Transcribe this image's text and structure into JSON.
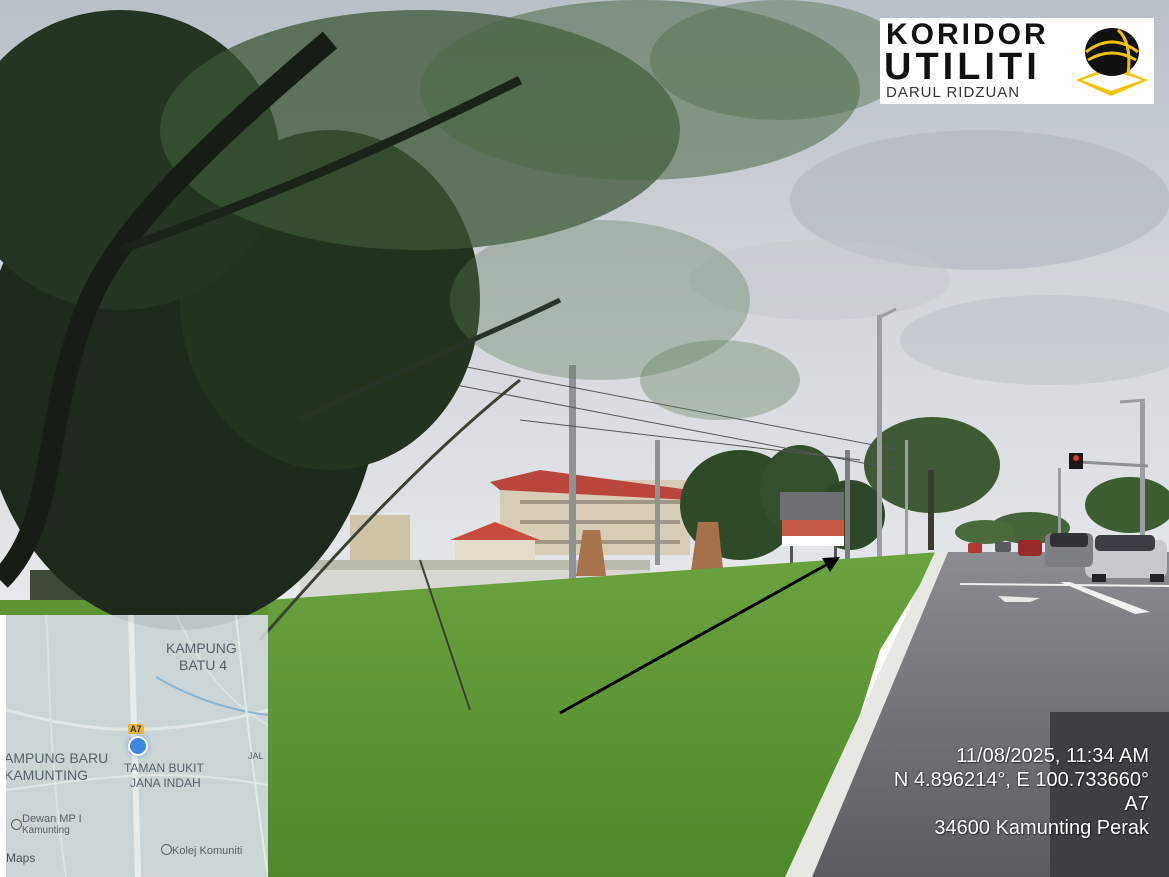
{
  "logo": {
    "line1": "KORIDOR",
    "line2": "UTILITI",
    "line3": "DARUL RIDZUAN"
  },
  "map": {
    "area_top_line1": "KAMPUNG",
    "area_top_line2": "BATU 4",
    "area_left_line1": "AMPUNG BARU",
    "area_left_line2": "KAMUNTING",
    "area_center_line1": "TAMAN BUKIT",
    "area_center_line2": "JANA INDAH",
    "poi1_line1": "Dewan MP I",
    "poi1_line2": "Kamunting",
    "poi2": "Kolej Komuniti",
    "provider": "Maps",
    "edge_label": "JAL",
    "route_badge": "A7"
  },
  "stamp": {
    "datetime": "11/08/2025, 11:34 AM",
    "coordinates": "N 4.896214°, E 100.733660°",
    "road": "A7",
    "address": "34600 Kamunting Perak"
  },
  "colors": {
    "sky": "#c9cfd6",
    "grass": "#5e9a35",
    "road": "#6b6d70",
    "tree_dark": "#1e2a1c",
    "roof": "#c0443a",
    "logo_yellow": "#f2c200"
  }
}
